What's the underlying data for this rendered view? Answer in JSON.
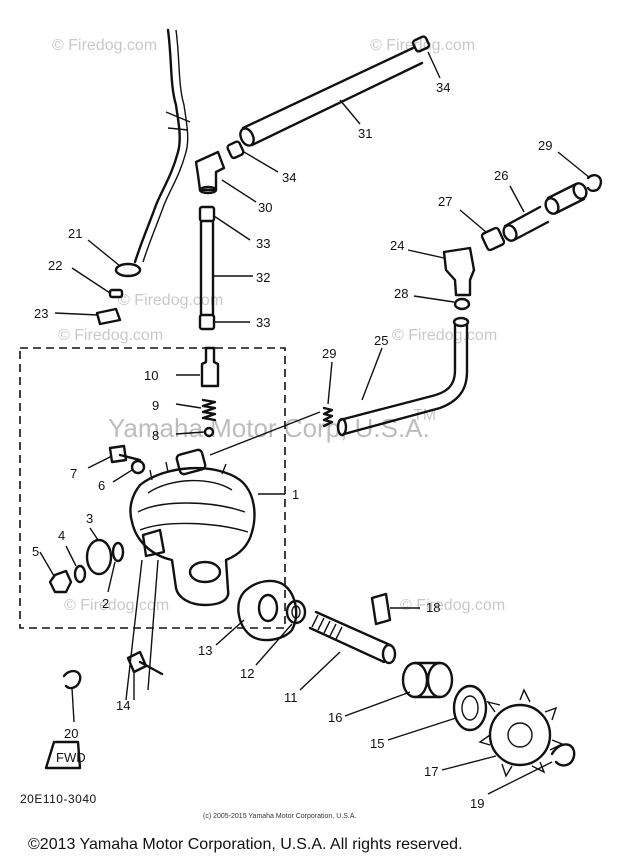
{
  "watermarks": {
    "brand": "© Firedog.com",
    "center": "Yamaha Motor Corp, U.S.A.",
    "tm": "TM"
  },
  "callouts": {
    "n1": "1",
    "n2": "2",
    "n3": "3",
    "n4": "4",
    "n5": "5",
    "n6": "6",
    "n7": "7",
    "n8": "8",
    "n9": "9",
    "n10": "10",
    "n11": "11",
    "n12": "12",
    "n13": "13",
    "n14": "14",
    "n15": "15",
    "n16": "16",
    "n17": "17",
    "n18": "18",
    "n19": "19",
    "n20": "20",
    "n21": "21",
    "n22": "22",
    "n23": "23",
    "n24": "24",
    "n25": "25",
    "n26": "26",
    "n27": "27",
    "n28": "28",
    "n29a": "29",
    "n29b": "29",
    "n30": "30",
    "n31": "31",
    "n32": "32",
    "n33a": "33",
    "n33b": "33",
    "n34a": "34",
    "n34b": "34"
  },
  "fwd_label": "FWD",
  "part_code": "20E110-3040",
  "inner_copyright": "(c) 2005-2015 Yamaha Motor Corporation, U.S.A.",
  "footer_copyright": "©2013 Yamaha Motor Corporation, U.S.A. All rights reserved."
}
